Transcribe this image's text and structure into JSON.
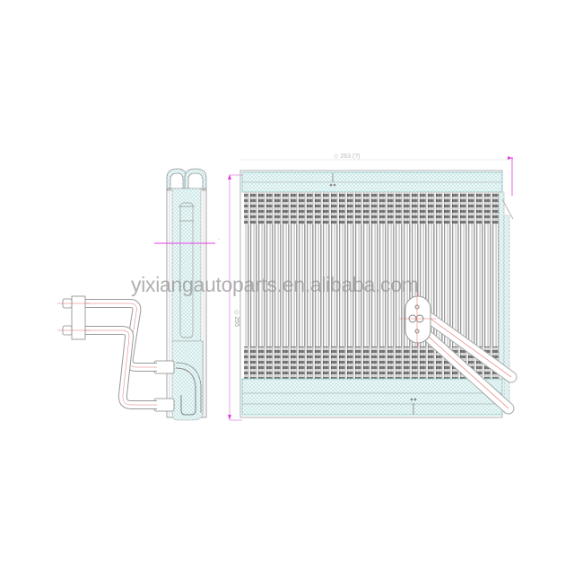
{
  "drawing": {
    "subject": "Automotive A/C evaporator core technical drawing",
    "views": [
      "side-view",
      "front-view"
    ],
    "watermark": "yixiangautoparts.en.alibaba.com",
    "dimensions": {
      "width_label": "◇ 263 (?)",
      "height_label": "◇ 255",
      "side_label": "-"
    },
    "colors": {
      "outline": "#9a9a9a",
      "fin_dark": "#3a3a3a",
      "fin_tube": "#c8c8c8",
      "hatch": "#9fd3d3",
      "dimension_line": "#e040e0",
      "centerline": "#e05050"
    }
  }
}
